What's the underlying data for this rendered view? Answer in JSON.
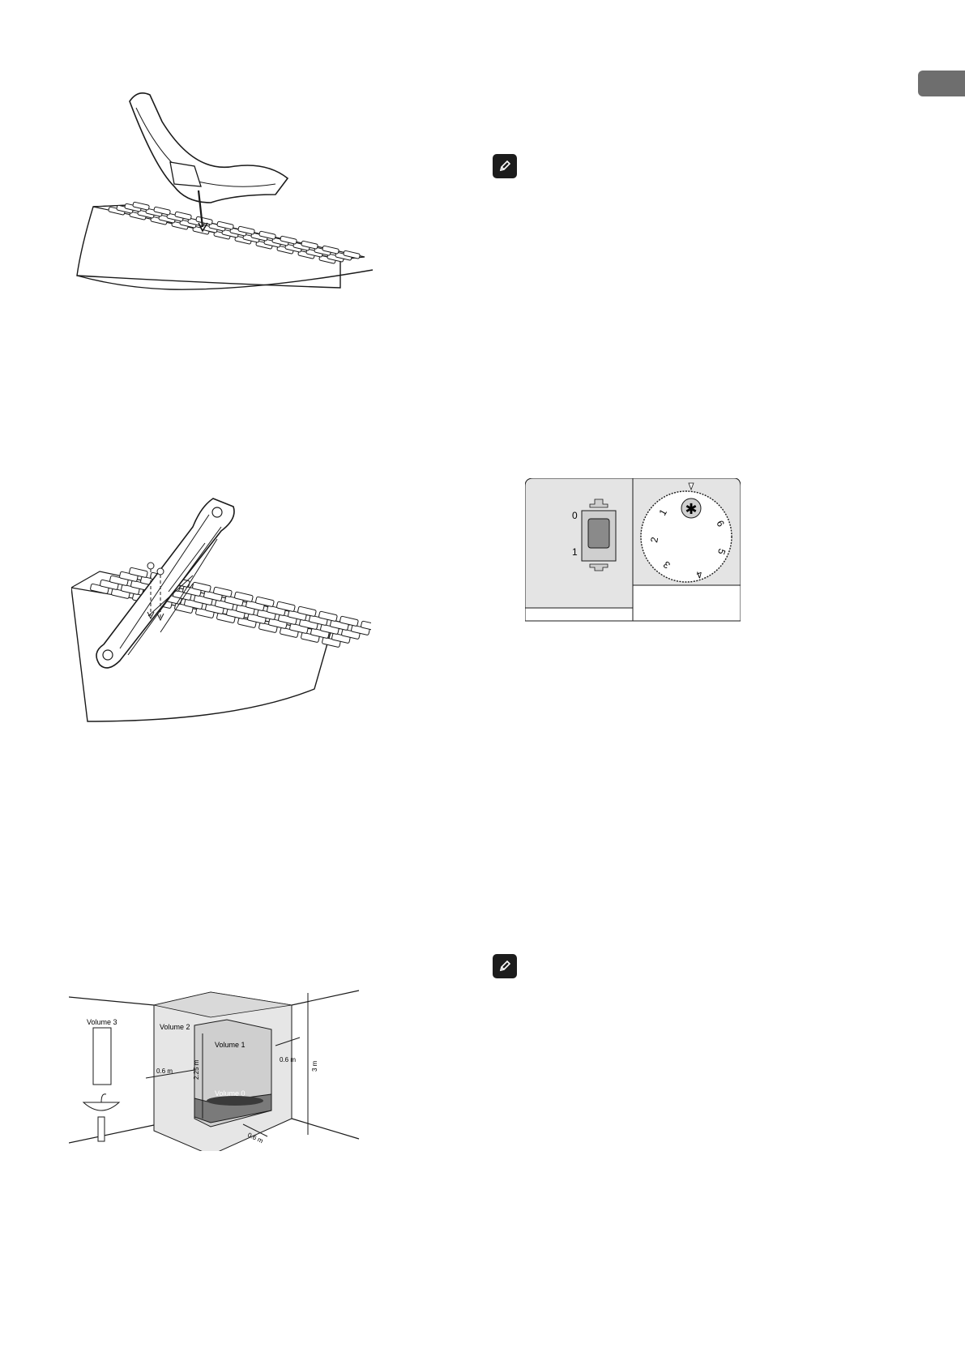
{
  "page": {
    "tab_color": "#6e6e6e"
  },
  "note_icons": [
    {
      "icon": "pencil-note-icon"
    },
    {
      "icon": "pencil-note-icon"
    }
  ],
  "control_panel": {
    "switch_labels": {
      "off": "0",
      "on": "1"
    },
    "dial_numbers": [
      "1",
      "2",
      "3",
      "4",
      "5",
      "6"
    ],
    "dial_center_symbol": "✱"
  },
  "bathroom_zones": {
    "volume3": "Volume 3",
    "volume2": "Volume 2",
    "volume1": "Volume 1",
    "volume0": "Volume 0",
    "dist_left": "0.6 m",
    "dist_right": "0.6 m",
    "dist_front": "0.6 m",
    "height_225": "2.25 m",
    "height_3": "3 m"
  }
}
